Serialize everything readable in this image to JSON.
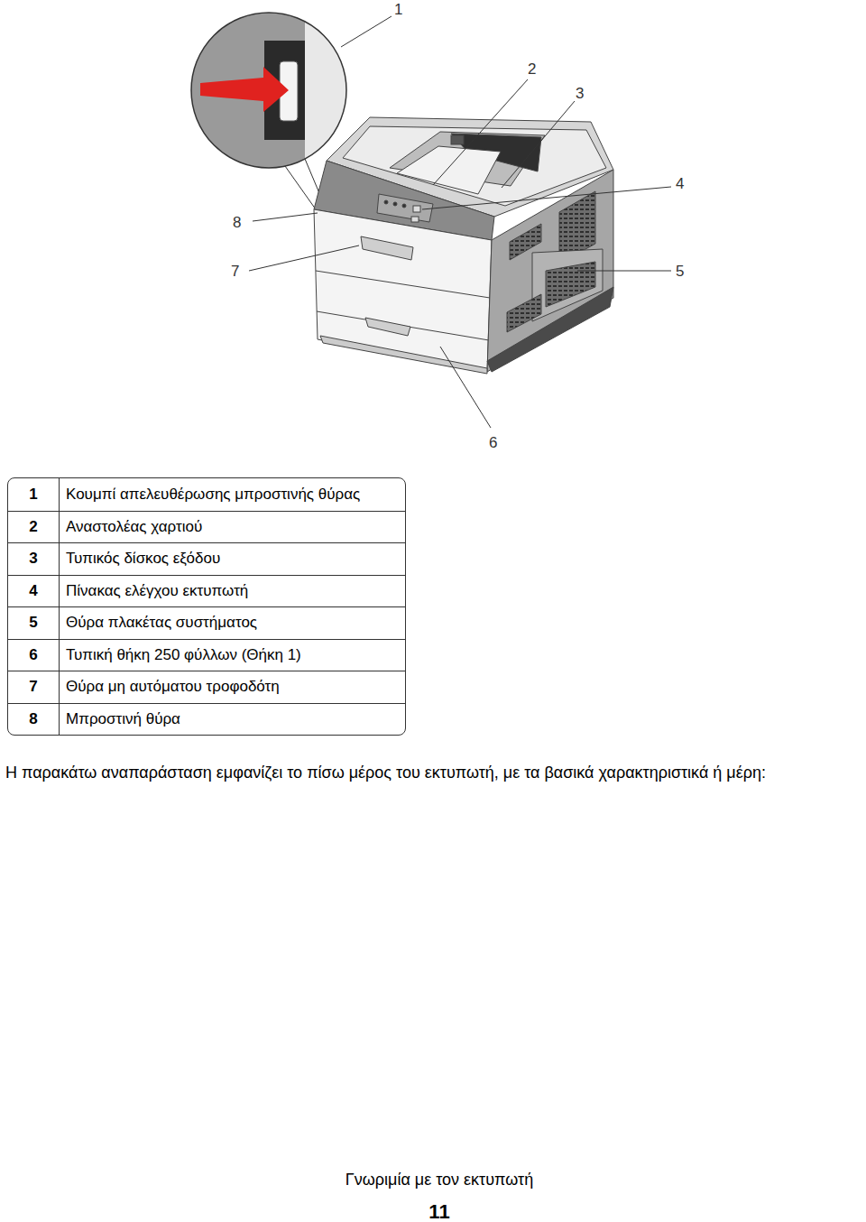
{
  "diagram": {
    "labels": [
      "1",
      "2",
      "3",
      "4",
      "5",
      "6",
      "7",
      "8",
      "1",
      "Κουμπί απελευθέρωσης μπροστινής θύρας",
      "2",
      "Αναστολέας χαρτιού",
      "3",
      "Τυπικός δίσκος εξόδου",
      "4",
      "Πίνακας ελέγχου εκτυπωτή",
      "5",
      "Θύρα πλακέτας συστήματος",
      "6",
      "Τυπική θήκη 250 φύλλων (Θήκη 1)",
      "7",
      "Θύρα μη αυτόματου τροφοδότη",
      "8",
      "Μπροστινή θύρα",
      "Η παρακάτω αναπαράσταση εμφανίζει το πίσω μέρος του εκτυπωτή, με τα βασικά χαρακτηριστικά ή μέρη:",
      "Γνωριμία με τον εκτυπωτή",
      "11"
    ]
  }
}
